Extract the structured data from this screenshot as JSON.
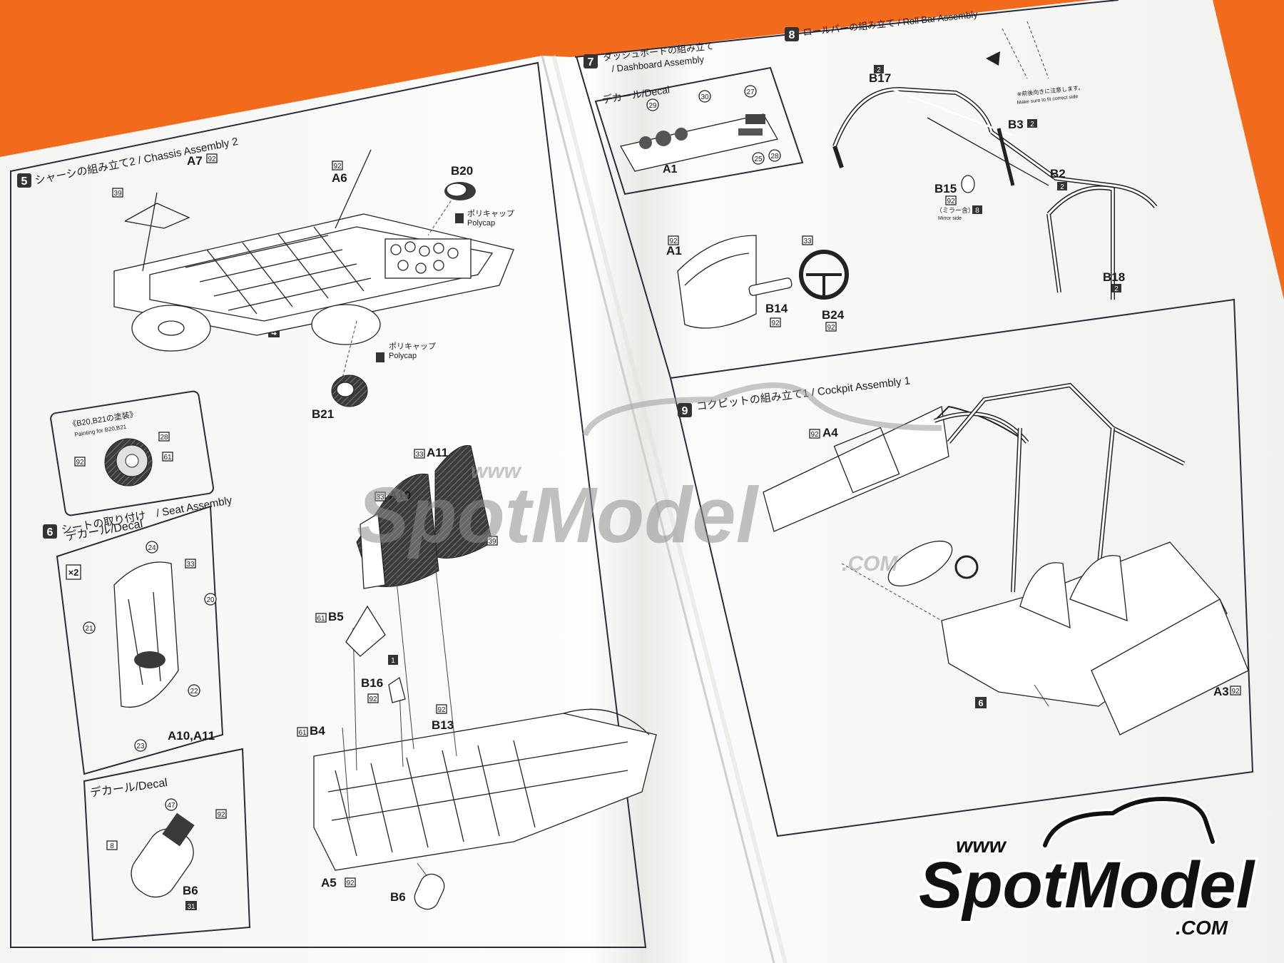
{
  "colors": {
    "background": "#f26a1c",
    "paper": "#fafafa",
    "ink": "#1a1a1a",
    "watermark": "#b9b9b9",
    "logo_text": "#111111",
    "logo_outline": "#ffffff"
  },
  "steps": {
    "s5": {
      "num": "5",
      "title": "シャーシの組み立て2 / Chassis Assembly 2"
    },
    "s6": {
      "num": "6",
      "title": "シートの取り付け　/ Seat  Assembly"
    },
    "s7": {
      "num": "7",
      "title_jp": "ダッシュボードの組み立て",
      "title_en": "/ Dashboard Assembly"
    },
    "s8": {
      "num": "8",
      "title": "ロールバーの組み立て / Roll Bar Assembly"
    },
    "s9": {
      "num": "9",
      "title": "コクピットの組み立て1 / Cockpit Assembly 1"
    }
  },
  "decal": "デカール/Decal",
  "polycap_jp": "ポリキャップ",
  "polycap_en": "Polycap",
  "paint_box": {
    "title": "《B20,B21の塗装》",
    "sub": "Painting for B20,B21"
  },
  "parts": {
    "a7": "A7",
    "a6": "A6",
    "b20": "B20",
    "b21": "B21",
    "p4": "4",
    "a11": "A11",
    "a10": "A10",
    "b5": "B5",
    "b16": "B16",
    "b13": "B13",
    "b4": "B4",
    "a5": "A5",
    "b6": "B6",
    "a10a11": "A10,A11",
    "b6b": "B6",
    "a1": "A1",
    "a1b": "A1",
    "b14": "B14",
    "b24": "B24",
    "b17": "B17",
    "b3": "B3",
    "b2": "B2",
    "b15": "B15",
    "b18": "B18",
    "a4": "A4",
    "a3": "A3",
    "p6": "6"
  },
  "codes": {
    "c92": "92",
    "c39": "39",
    "c28": "28",
    "c61": "61",
    "c33": "33",
    "c24": "24",
    "c20": "20",
    "c21": "21",
    "c22": "22",
    "c23": "23",
    "c47": "47",
    "c8": "8",
    "c31": "31",
    "c1": "1",
    "c29": "29",
    "c30": "30",
    "c27": "27",
    "c25": "25",
    "c2": "2",
    "x2": "×2"
  },
  "mirror_note": "（ミラー含）",
  "mirror_en": "Mirror side",
  "rollbar_note": "※前後向きに注意します。",
  "rollbar_note_en": "Make sure to fit correct side",
  "watermark": {
    "www": "www",
    "brand": "SpotModel",
    "com": ".COM"
  },
  "logo": {
    "www": "www",
    "brand": "SpotModel",
    "com": ".COM"
  }
}
